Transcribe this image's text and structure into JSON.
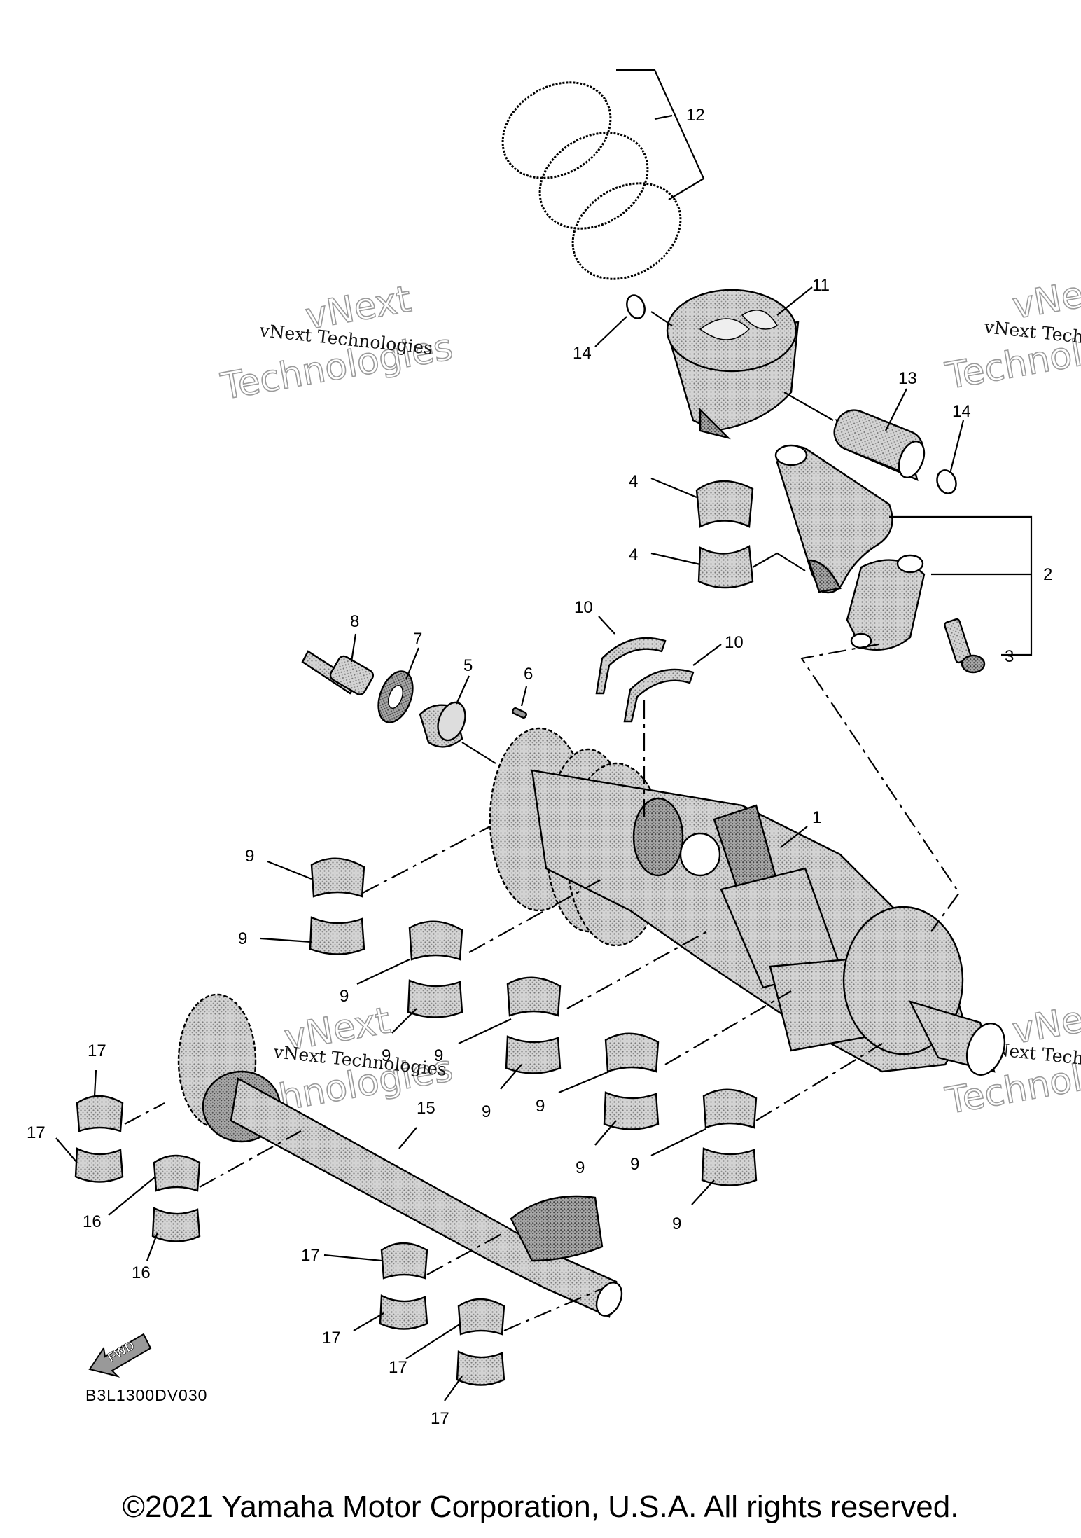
{
  "watermark": {
    "text": "vNext Technologies",
    "outline_word_1": "vNext",
    "outline_word_2": "Technologies"
  },
  "diagram_code": "B3L1300DV030",
  "fwd_arrow_label": "FWD",
  "copyright": "©2021 Yamaha Motor Corporation, U.S.A. All rights reserved.",
  "callouts": [
    "1",
    "2",
    "3",
    "4",
    "4",
    "5",
    "6",
    "7",
    "8",
    "9",
    "9",
    "9",
    "9",
    "9",
    "9",
    "9",
    "9",
    "9",
    "9",
    "9",
    "10",
    "10",
    "11",
    "12",
    "13",
    "14",
    "14",
    "15",
    "16",
    "16",
    "17",
    "17",
    "17",
    "17",
    "17",
    "17"
  ],
  "colors": {
    "part_fill": "#c8c8c8",
    "part_shade": "#9e9e9e",
    "ink": "#000000"
  }
}
